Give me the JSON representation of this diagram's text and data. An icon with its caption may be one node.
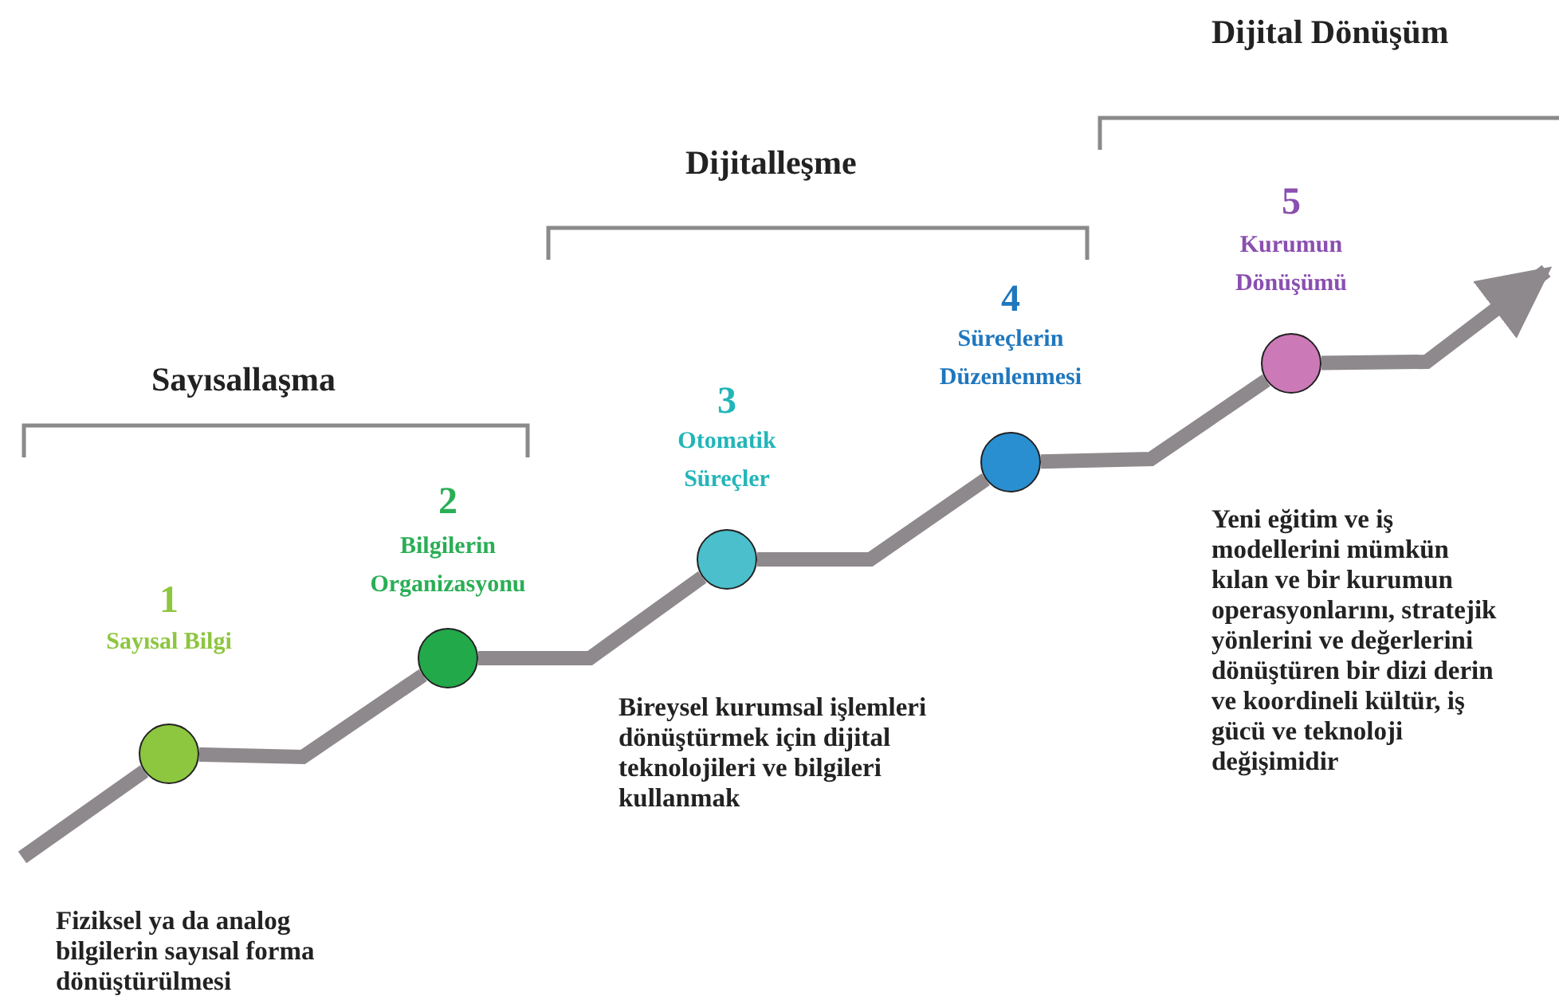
{
  "diagram": {
    "nodes": [
      {
        "text": [],
        "shape": "circle",
        "beside": [
          "1",
          "Sayısal Bilgi"
        ]
      },
      {
        "text": [],
        "shape": "circle",
        "beside": [
          "2",
          "Bilgilerin Organizasyonu"
        ]
      },
      {
        "text": [],
        "shape": "circle",
        "beside": [
          "3",
          "Otomatik Süreçler"
        ]
      },
      {
        "text": [],
        "shape": "circle",
        "beside": [
          "4",
          "Süreçlerin Düzenlenmesi"
        ]
      },
      {
        "text": [],
        "shape": "circle",
        "beside": [
          "5",
          "Kurumun Dönüşümü"
        ]
      }
    ],
    "edges": [
      {
        "from": null,
        "to": 0,
        "arrow": "none"
      },
      {
        "from": 0,
        "to": 1,
        "arrow": "none"
      },
      {
        "from": 1,
        "to": 2,
        "arrow": "none"
      },
      {
        "from": 2,
        "to": 3,
        "arrow": "none"
      },
      {
        "from": 3,
        "to": 4,
        "arrow": "none"
      },
      {
        "from": 4,
        "to": null,
        "arrow": "to"
      }
    ],
    "labels": [
      "Dijital Dönüşüm",
      "Dijitalleşme",
      "Sayısallaşma",
      "Yeni eğitim ve iş modellerini mümkün kılan ve bir kurumun operasyonlarını, stratejik yönlerini ve değerlerini dönüştüren bir dizi derin ve koordineli kültür, iş gücü ve teknoloji değişimidir",
      "Bireysel kurumsal işlemleri dönüştürmek için dijital teknolojileri ve bilgileri kullanmak",
      "Fiziksel ya da analog bilgilerin sayısal forma dönüştürülmesi"
    ]
  }
}
